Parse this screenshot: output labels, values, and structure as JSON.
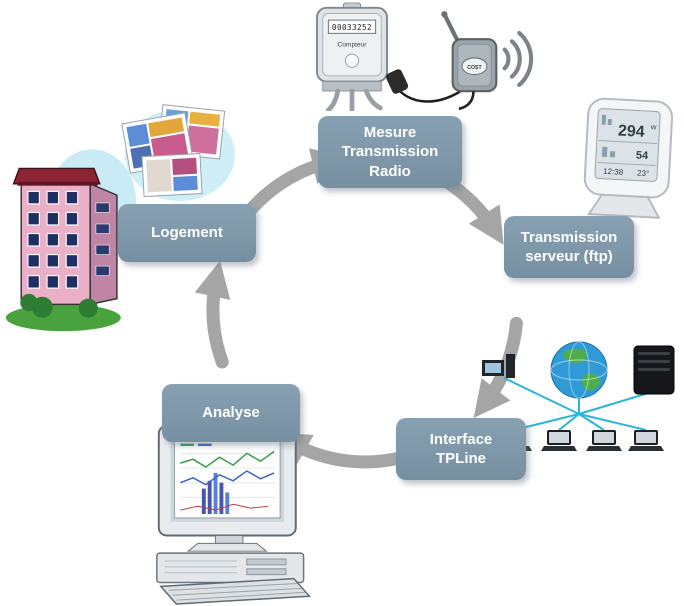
{
  "cycle": {
    "nodes": {
      "mesure": {
        "label": "Mesure\nTransmission\nRadio"
      },
      "transmission_serveur": {
        "label": "Transmission\nserveur (ftp)"
      },
      "interface_tpline": {
        "label": "Interface\nTPLine"
      },
      "analyse": {
        "label": "Analyse"
      },
      "logement": {
        "label": "Logement"
      }
    }
  },
  "meter": {
    "display": "00033252",
    "label": "Compteur"
  },
  "transmitter": {
    "brand": "COST"
  },
  "weather_station": {
    "energy_value": "294",
    "energy_unit": "W",
    "humidity": "54",
    "time": "12:38",
    "temperature": "23°"
  },
  "colors": {
    "node_fill": "#7e98aa",
    "ring": "#a5a5a5",
    "network_lines": "#2ab5d8",
    "roof": "#8c2433",
    "facade": "#eab0c8"
  }
}
